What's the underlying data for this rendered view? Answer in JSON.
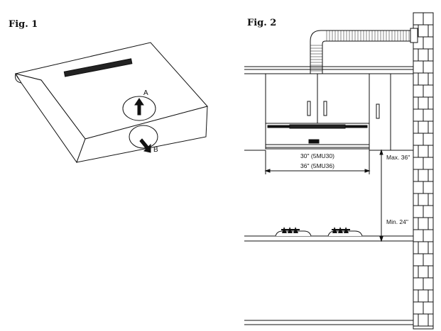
{
  "figures": {
    "fig1": {
      "label": "Fig. 1",
      "callout_a": "A",
      "callout_b": "B"
    },
    "fig2": {
      "label": "Fig. 2",
      "width_30": "30\" (5MU30)",
      "width_36": "36\" (5MU36)",
      "max_height": "Max. 36\"",
      "min_height": "Min.  24\""
    }
  },
  "colors": {
    "line": "#111111",
    "fill": "#ffffff",
    "dark": "#111111"
  }
}
